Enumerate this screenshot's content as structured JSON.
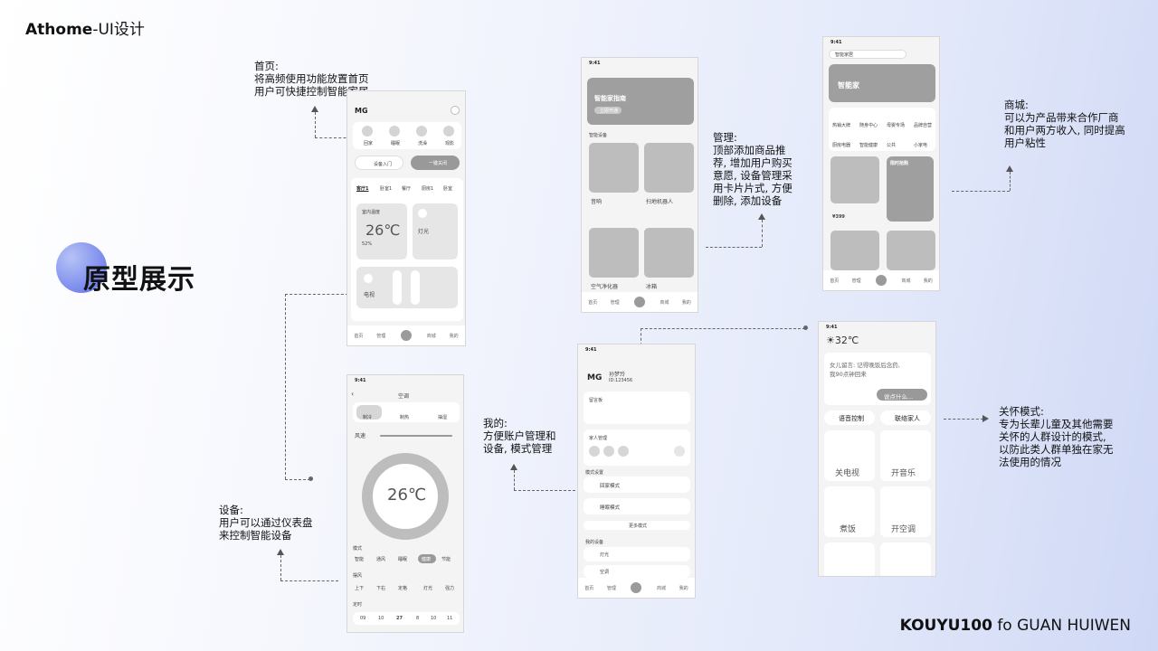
{
  "brand": {
    "bold": "Athome",
    "rest": "-UI设计"
  },
  "footer": {
    "bold": "KOUYU100",
    "rest": " fo GUAN HUIWEN"
  },
  "hero_title": "原型展示",
  "notes": {
    "home": {
      "title": "首页:",
      "lines": [
        "将高频使用功能放置首页",
        "用户可快捷控制智能家居"
      ]
    },
    "manage": {
      "title": "管理:",
      "lines": [
        "顶部添加商品推",
        "荐, 增加用户购买",
        "意愿, 设备管理采",
        "用卡片片式, 方便",
        "删除, 添加设备"
      ]
    },
    "mall": {
      "title": "商城:",
      "lines": [
        "可以为产品带来合作厂商",
        "和用户两方收入, 同时提高",
        "用户粘性"
      ]
    },
    "mine": {
      "title": "我的:",
      "lines": [
        "方便账户管理和",
        "设备, 模式管理"
      ]
    },
    "device": {
      "title": "设备:",
      "lines": [
        "用户可以通过仪表盘",
        "来控制智能设备"
      ]
    },
    "care": {
      "title": "关怀模式:",
      "lines": [
        "专为长辈儿童及其他需要",
        "关怀的人群设计的模式,",
        "以防此类人群单独在家无",
        "法使用的情况"
      ]
    }
  },
  "home": {
    "logo": "MG",
    "shortcuts": [
      "回家",
      "睡眠",
      "洗澡",
      "观影"
    ],
    "big_buttons": [
      "设备入门",
      "一键关闭"
    ],
    "rooms": [
      "客厅1",
      "卧室1",
      "餐厅",
      "厨房1",
      "卧室"
    ],
    "indoor_label": "室内温度",
    "temp": "26℃",
    "humidity": "52%",
    "light": "灯光",
    "tv": "电视",
    "tabs": [
      "首页",
      "管理",
      "商城",
      "我的"
    ]
  },
  "manage": {
    "time": "9:41",
    "banner": "智能家指南",
    "banner_btn": "立即开通",
    "section": "智能设备",
    "devices": [
      "音响",
      "扫地机器人",
      "空气净化器",
      "冰箱"
    ],
    "tabs": [
      "首页",
      "管理",
      "商城",
      "我的"
    ]
  },
  "mall": {
    "time": "9:41",
    "search": "智能家居",
    "banner": "智能家",
    "categories": [
      "热销大牌",
      "随身中心",
      "母婴专场",
      "品牌自营",
      "厨房电器",
      "智能健康",
      "公共",
      "小家电"
    ],
    "promo": "限时抢购",
    "price": "¥399",
    "tabs": [
      "首页",
      "管理",
      "商城",
      "我的"
    ]
  },
  "device": {
    "time": "9:41",
    "title": "空调",
    "modes_top": [
      "制冷",
      "制热",
      "抽湿"
    ],
    "wind": "风速",
    "temp": "26℃",
    "mode_label": "模式",
    "modes": [
      "智能",
      "通风",
      "睡眠",
      "健康",
      "节能"
    ],
    "swing_label": "摆风",
    "swing": [
      "上下",
      "下右",
      "定格",
      "灯光",
      "强力"
    ],
    "timer_label": "定时",
    "timer": [
      "09",
      "10",
      "27",
      "8",
      "10",
      "11"
    ]
  },
  "mine": {
    "time": "9:41",
    "logo": "MG",
    "name": "孙梦玲",
    "id": "ID:123456",
    "msg_label": "留言板",
    "family": "家人管理",
    "modes_label": "模式设置",
    "modes": [
      "回家模式",
      "睡眠模式"
    ],
    "more": "更多模式",
    "devices_label": "我的设备",
    "devices": [
      "灯光",
      "空调"
    ],
    "tabs": [
      "首页",
      "管理",
      "商城",
      "我的"
    ]
  },
  "care": {
    "time": "9:41",
    "temp": "32℃",
    "message": [
      "女儿留言: 记得晚饭后念药,",
      "我90点钟回来"
    ],
    "reply": "说点什么...",
    "voice": "语音控制",
    "contact": "联络家人",
    "tiles": [
      "关电视",
      "开音乐",
      "煮饭",
      "开空调"
    ]
  }
}
